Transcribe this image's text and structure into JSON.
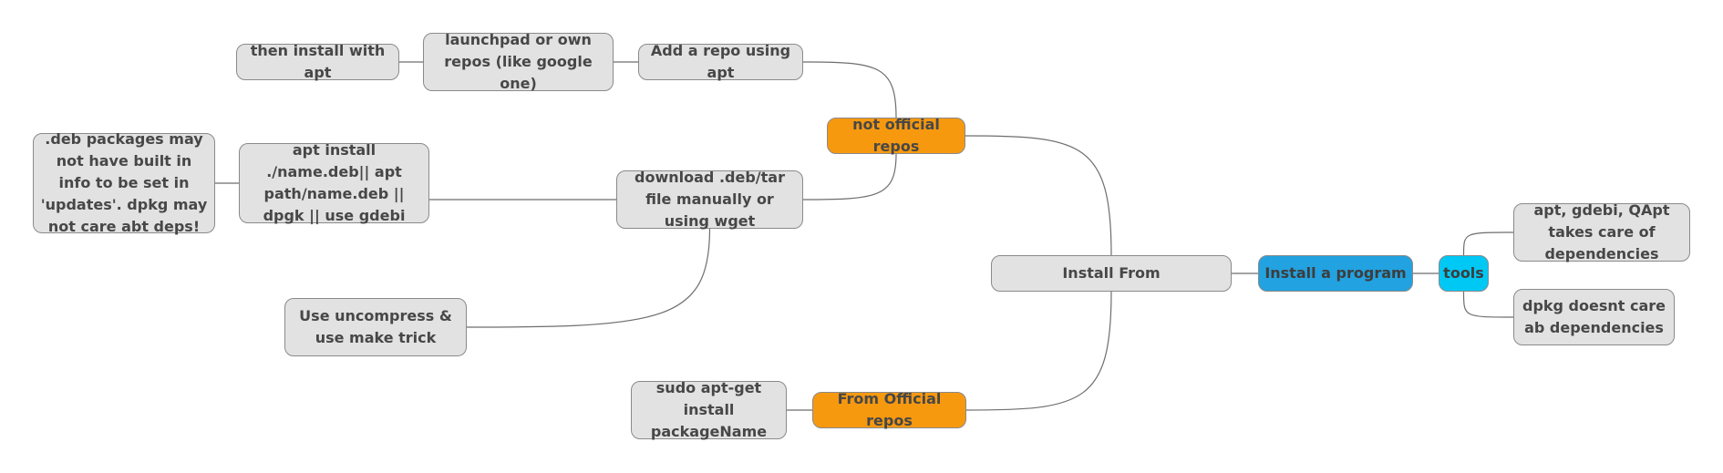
{
  "diagram": {
    "nodes": [
      {
        "id": "install-from",
        "label": "Install From",
        "style": "gray"
      },
      {
        "id": "install-program",
        "label": "Install a program",
        "style": "blue"
      },
      {
        "id": "tools",
        "label": "tools",
        "style": "cyan"
      },
      {
        "id": "tools-deps",
        "label": "apt, gdebi, QApt takes care of dependencies",
        "style": "gray"
      },
      {
        "id": "dpkg-deps",
        "label": "dpkg doesnt care ab dependencies",
        "style": "gray"
      },
      {
        "id": "not-official",
        "label": "not official repos",
        "style": "orange"
      },
      {
        "id": "official",
        "label": "From Official repos",
        "style": "orange"
      },
      {
        "id": "sudo-apt",
        "label": "sudo apt-get install packageName",
        "style": "gray"
      },
      {
        "id": "add-repo",
        "label": "Add a repo using apt",
        "style": "gray"
      },
      {
        "id": "launchpad",
        "label": "launchpad or own repos (like google one)",
        "style": "gray"
      },
      {
        "id": "then-install",
        "label": "then install with apt",
        "style": "gray"
      },
      {
        "id": "download",
        "label": "download .deb/tar file manually or using wget",
        "style": "gray"
      },
      {
        "id": "apt-install-deb",
        "label": "apt install ./name.deb|| apt path/name.deb || dpgk || use gdebi",
        "style": "gray"
      },
      {
        "id": "deb-warning",
        "label": ".deb packages may not have built in info to be set in 'updates'. dpkg may not care abt deps!",
        "style": "gray"
      },
      {
        "id": "uncompress",
        "label": "Use uncompress &  use make trick",
        "style": "gray"
      }
    ],
    "edges": [
      {
        "from": "install-from",
        "to": "install-program"
      },
      {
        "from": "install-program",
        "to": "tools"
      },
      {
        "from": "tools",
        "to": "tools-deps"
      },
      {
        "from": "tools",
        "to": "dpkg-deps"
      },
      {
        "from": "install-from",
        "to": "not-official"
      },
      {
        "from": "install-from",
        "to": "official"
      },
      {
        "from": "official",
        "to": "sudo-apt"
      },
      {
        "from": "not-official",
        "to": "add-repo"
      },
      {
        "from": "add-repo",
        "to": "launchpad"
      },
      {
        "from": "launchpad",
        "to": "then-install"
      },
      {
        "from": "not-official",
        "to": "download"
      },
      {
        "from": "download",
        "to": "apt-install-deb"
      },
      {
        "from": "apt-install-deb",
        "to": "deb-warning"
      },
      {
        "from": "download",
        "to": "uncompress"
      }
    ]
  }
}
